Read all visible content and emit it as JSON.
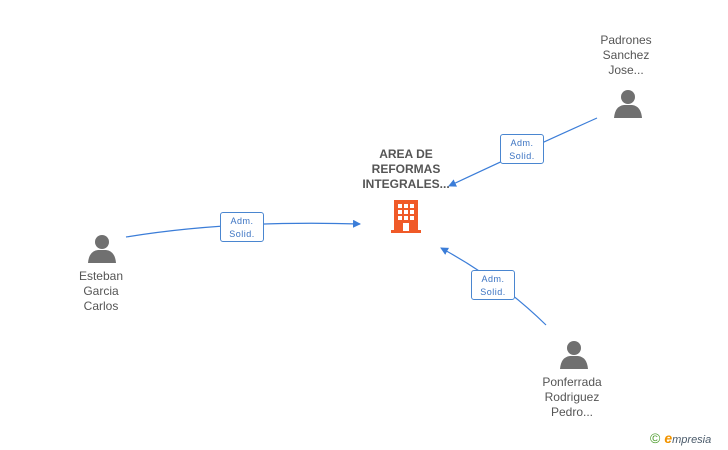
{
  "company": {
    "name_lines": [
      "AREA DE",
      "REFORMAS",
      "INTEGRALES..."
    ],
    "color": "#f05a28"
  },
  "persons": [
    {
      "id": "padrones",
      "name_lines": [
        "Padrones",
        "Sanchez",
        "Jose..."
      ]
    },
    {
      "id": "esteban",
      "name_lines": [
        "Esteban",
        "Garcia",
        "Carlos"
      ]
    },
    {
      "id": "ponferrada",
      "name_lines": [
        "Ponferrada",
        "Rodriguez",
        "Pedro..."
      ]
    }
  ],
  "relations": [
    {
      "from": "padrones",
      "label_lines": [
        "Adm.",
        "Solid."
      ]
    },
    {
      "from": "esteban",
      "label_lines": [
        "Adm.",
        "Solid."
      ]
    },
    {
      "from": "ponferrada",
      "label_lines": [
        "Adm.",
        "Solid."
      ]
    }
  ],
  "footer": {
    "copyright_symbol": "©",
    "brand_initial": "e",
    "brand_rest": "mpresia"
  },
  "colors": {
    "edge": "#3b7dd8",
    "person": "#707070",
    "badge_border": "#4a86d0"
  }
}
